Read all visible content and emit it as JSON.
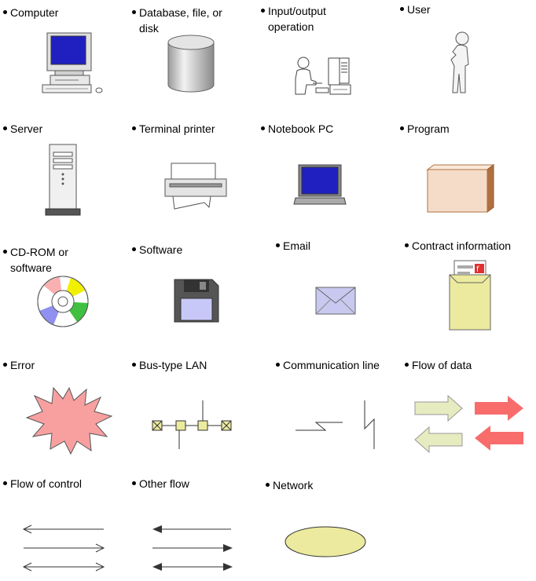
{
  "legend": {
    "computer": "Computer",
    "database": "Database, file, or\ndisk",
    "io": "Input/output\noperation",
    "user": "User",
    "server": "Server",
    "terminal_printer": "Terminal printer",
    "notebook": "Notebook PC",
    "program": "Program",
    "cdrom": "CD-ROM or\nsoftware",
    "software": "Software",
    "email": "Email",
    "contract": "Contract information",
    "error": "Error",
    "bus_lan": "Bus-type LAN",
    "comm_line": "Communication line",
    "flow_data": "Flow of data",
    "flow_control": "Flow of control",
    "other_flow": "Other flow",
    "network": "Network"
  },
  "colors": {
    "screen_blue": "#2020c0",
    "beige": "#f5dcc8",
    "beige_dark": "#b07040",
    "error_fill": "#f8a0a0",
    "data_flow_light": "#e6ecc0",
    "data_flow_red": "#f86c6c",
    "network_fill": "#ecea9e",
    "envelope_fill": "#c8c8f0",
    "floppy_label": "#c8c8f8"
  }
}
